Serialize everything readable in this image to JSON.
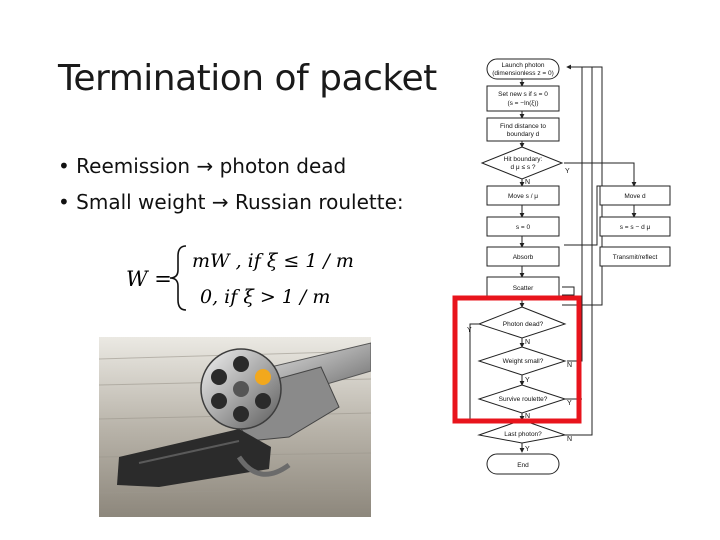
{
  "slide": {
    "title": "Termination of packet",
    "bullets": [
      "• Reemission → photon dead",
      "• Small weight → Russian roulette:"
    ]
  },
  "formula": {
    "lhs": "W =",
    "case1": "mW , if ξ ≤ 1 / m",
    "case2": "0, if ξ > 1 / m"
  },
  "flowchart": {
    "nodes": {
      "launch": [
        "Launch photon",
        "(dimensionless z = 0)"
      ],
      "set_s": [
        "Set new s  if s = 0",
        "(s = −ln(ξ))"
      ],
      "find_dist": [
        "Find distance to",
        "boundary d"
      ],
      "hit_boundary": [
        "Hit boundary:",
        "d μ ≤ s ?"
      ],
      "move_left": [
        "Move s / μ"
      ],
      "move_right": [
        "Move d"
      ],
      "s_zero": [
        "s = 0"
      ],
      "s_update": [
        "s = s − d μ"
      ],
      "absorb": [
        "Absorb"
      ],
      "transmit": [
        "Transmit/reflect"
      ],
      "scatter": [
        "Scatter"
      ],
      "photon_dead": [
        "Photon dead?"
      ],
      "weight_small": [
        "Weight small?"
      ],
      "survive": [
        "Survive roulette?"
      ],
      "last_photon": [
        "Last photon?"
      ],
      "end": [
        "End"
      ]
    },
    "branch_labels": {
      "yes": "Y",
      "no": "N"
    },
    "highlight_color": "#e8141c"
  },
  "colors": {
    "highlight": "#e8141c",
    "chamber_dot": "#f2a81d"
  }
}
